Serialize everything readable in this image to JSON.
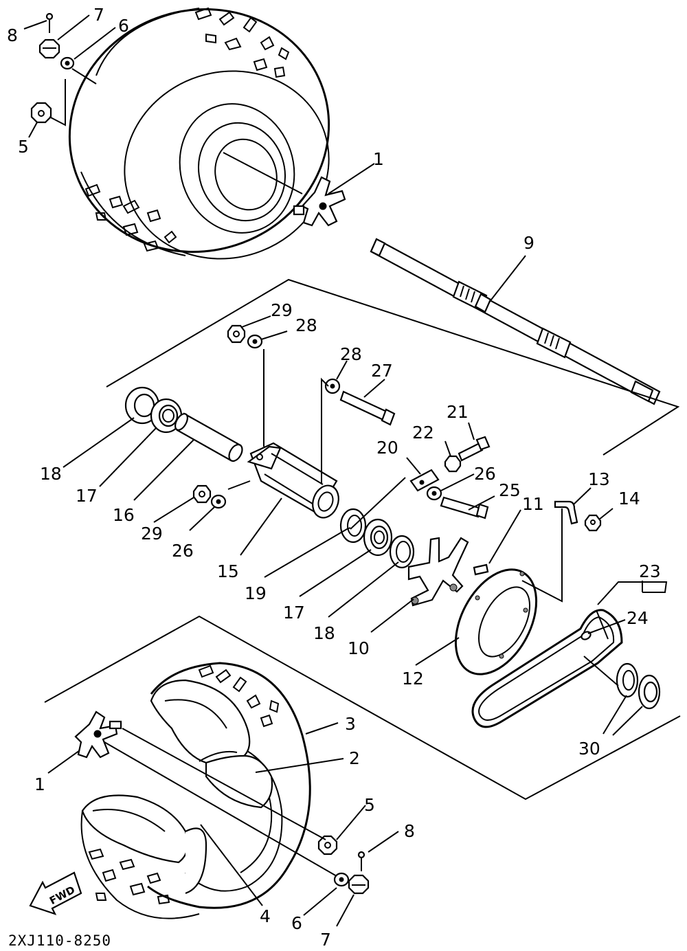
{
  "diagram": {
    "code": "2XJ110-8250",
    "fwd_label": "FWD",
    "callouts": {
      "c1_top": "1",
      "c5_top": "5",
      "c6_top": "6",
      "c7_top": "7",
      "c8_top": "8",
      "c9": "9",
      "c29_top": "29",
      "c28_top": "28",
      "c28_mid": "28",
      "c27": "27",
      "c21": "21",
      "c22": "22",
      "c20": "20",
      "c26_right": "26",
      "c25": "25",
      "c11": "11",
      "c13": "13",
      "c14": "14",
      "c18_left": "18",
      "c17_left": "17",
      "c16": "16",
      "c29_mid": "29",
      "c26_left": "26",
      "c15": "15",
      "c19": "19",
      "c17_mid": "17",
      "c18_mid": "18",
      "c10": "10",
      "c12": "12",
      "c23": "23",
      "c24": "24",
      "c30": "30",
      "c3": "3",
      "c2": "2",
      "c1_bottom": "1",
      "c5_bottom": "5",
      "c8_bottom": "8",
      "c4": "4",
      "c6_bottom": "6",
      "c7_bottom": "7"
    }
  }
}
